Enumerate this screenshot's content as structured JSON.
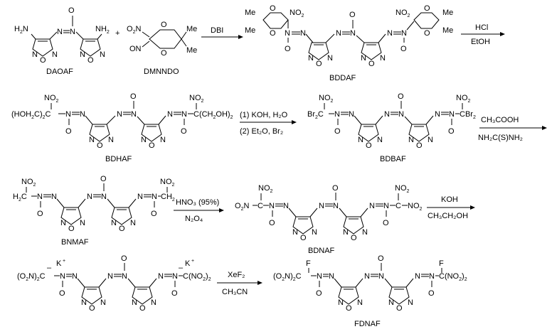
{
  "compounds": {
    "c1": {
      "name": "DAOAF"
    },
    "c2": {
      "name": "DMNNDO"
    },
    "c3": {
      "name": "BDDAF"
    },
    "c4": {
      "name": "BDHAF"
    },
    "c5": {
      "name": "BDBAF"
    },
    "c6": {
      "name": "BNMAF"
    },
    "c7": {
      "name": "BDNAF"
    },
    "c8": {
      "name": "FDNAF"
    }
  },
  "plus_sign": "+",
  "reagents": {
    "step1": {
      "above": "DBI",
      "below": ""
    },
    "step2": {
      "above": "HCl",
      "below": "EtOH"
    },
    "step3": {
      "above": "(1) KOH, H₂O",
      "below": "(2) Et₂O, Br₂"
    },
    "step4": {
      "above": "CH₃COOH",
      "below": "NH₂C(S)NH₂"
    },
    "step5": {
      "above": "HNO₃ (95%)",
      "below": "N₂O₄"
    },
    "step6": {
      "above": "KOH",
      "below": "CH₃CH₂OH"
    },
    "step7": {
      "above": "XeF₂",
      "below": "CH₃CN"
    }
  },
  "atom_labels": {
    "NH2": "NH",
    "sub2": "2",
    "H2N": "H",
    "N": "N",
    "O": "O",
    "ON": "ON",
    "NO2": "NO",
    "Me": "Me",
    "K": "K",
    "plus": "+",
    "minus": "–",
    "F": "F",
    "C": "C",
    "Br2C": "Br",
    "CBr2": "CBr",
    "HOH2C2C": "(HOH",
    "C_CH2OH2": "C(CH",
    "OH": "OH",
    "H2C": "H",
    "CH2": "CH",
    "O2NC": "(O",
    "NC_NO2": "C(NO",
    "O2N": "O",
    "C_C": "C"
  }
}
